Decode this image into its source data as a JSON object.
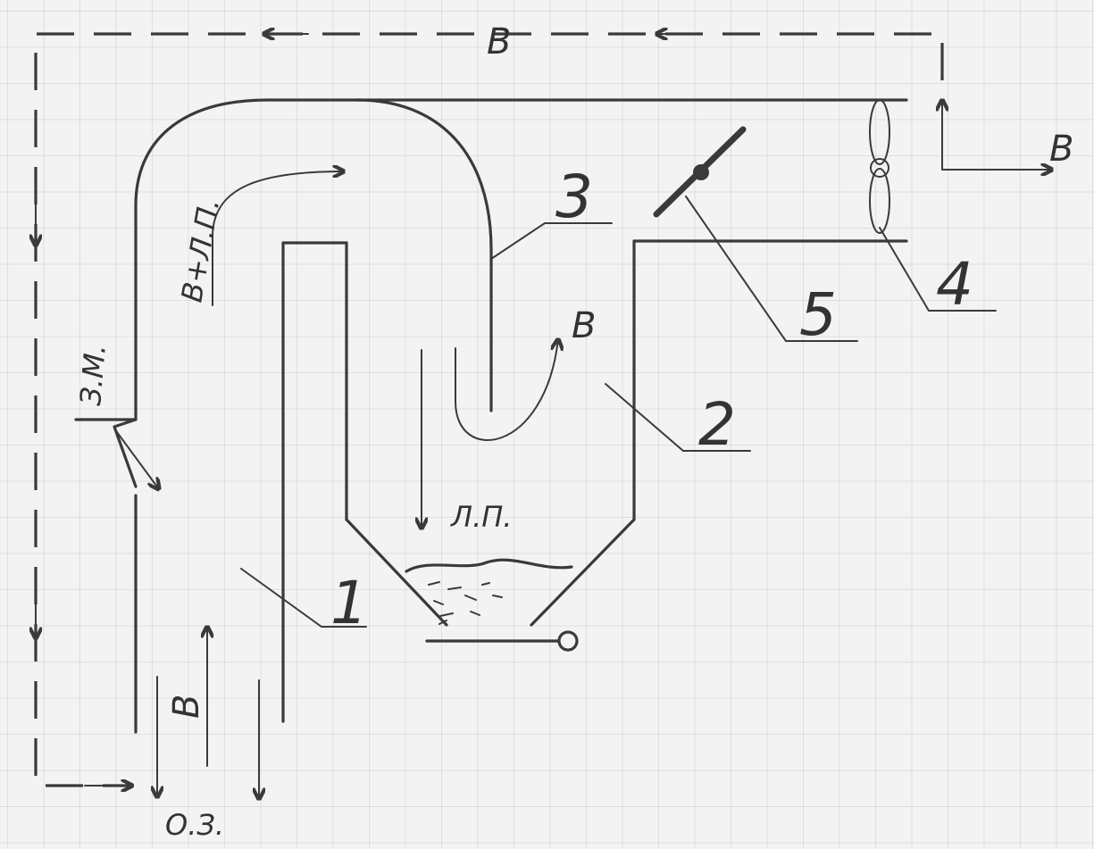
{
  "labels": {
    "air_top": "В",
    "air_right": "В",
    "air_cyclone": "В",
    "air_inlet": "В",
    "air_dust_mix": "В+Л.П.",
    "dust": "Л.П.",
    "damper_valve": "З.М.",
    "outlet_zone": "О.З."
  },
  "callouts": {
    "num1": "1",
    "num2": "2",
    "num3": "3",
    "num4": "4",
    "num5": "5"
  }
}
